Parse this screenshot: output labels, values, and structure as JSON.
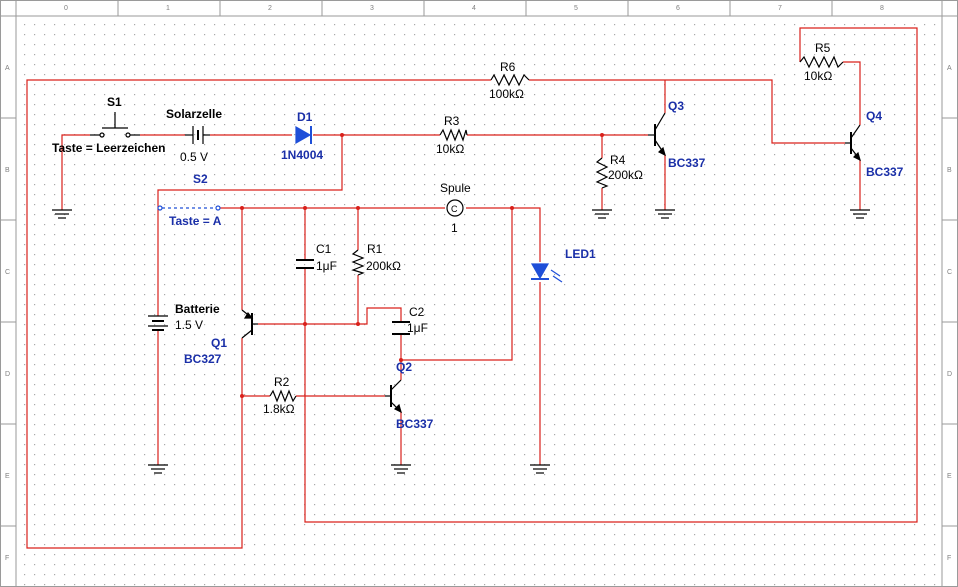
{
  "colors": {
    "wire": "#d9201a",
    "part": "#000000",
    "ref_label": "#1a2fa8",
    "value_label": "#000000",
    "grid_dot": "#b0b0b0",
    "led_body": "#1f4fd8",
    "background": "#ffffff"
  },
  "rulers": {
    "columns": [
      "0",
      "1",
      "2",
      "3",
      "4",
      "5",
      "6",
      "7",
      "8"
    ],
    "rows": [
      "A",
      "B",
      "C",
      "D",
      "E",
      "F"
    ]
  },
  "components": {
    "s1": {
      "ref": "S1",
      "label": "Taste = Leerzeichen"
    },
    "solar": {
      "ref": "Solarzelle",
      "value": "0.5 V"
    },
    "d1": {
      "ref": "D1",
      "value": "1N4004"
    },
    "r6": {
      "ref": "R6",
      "value": "100kΩ"
    },
    "r3": {
      "ref": "R3",
      "value": "10kΩ"
    },
    "r4": {
      "ref": "R4",
      "value": "200kΩ"
    },
    "r5": {
      "ref": "R5",
      "value": "10kΩ"
    },
    "q3": {
      "ref": "Q3",
      "value": "BC337"
    },
    "q4": {
      "ref": "Q4",
      "value": "BC337"
    },
    "s2": {
      "ref": "S2",
      "label": "Taste = A"
    },
    "spule": {
      "ref": "Spule",
      "pin": "1"
    },
    "c1": {
      "ref": "C1",
      "value": "1μF"
    },
    "r1": {
      "ref": "R1",
      "value": "200kΩ"
    },
    "c2": {
      "ref": "C2",
      "value": "1μF"
    },
    "led1": {
      "ref": "LED1"
    },
    "bat": {
      "ref": "Batterie",
      "value": "1.5 V"
    },
    "q1": {
      "ref": "Q1",
      "value": "BC327"
    },
    "q2": {
      "ref": "Q2",
      "value": "BC337"
    },
    "r2": {
      "ref": "R2",
      "value": "1.8kΩ"
    }
  }
}
